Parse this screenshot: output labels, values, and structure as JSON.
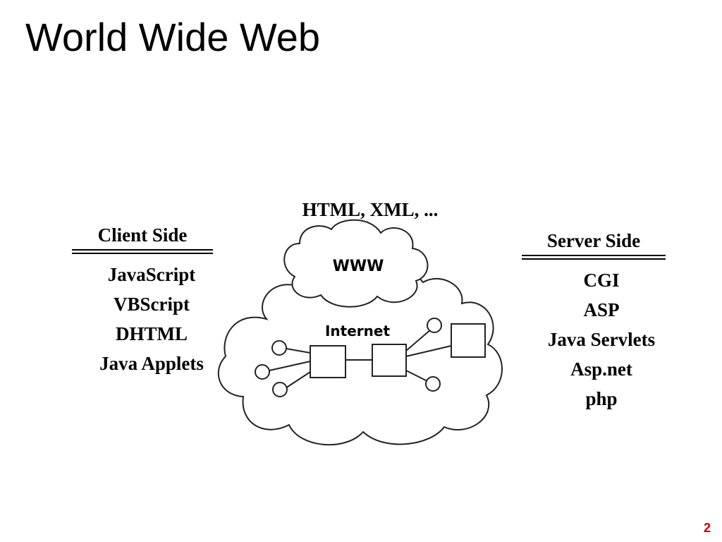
{
  "slide": {
    "title": "World Wide Web",
    "page_number": "2",
    "page_number_color": "#c00000"
  },
  "diagram": {
    "top_label": "HTML, XML, ...",
    "cloud_top_label": "WWW",
    "cloud_bottom_label": "Internet"
  },
  "client": {
    "heading": "Client Side",
    "items": [
      "JavaScript",
      "VBScript",
      "DHTML",
      "Java Applets"
    ]
  },
  "server": {
    "heading": "Server Side",
    "items": [
      "CGI",
      "ASP",
      "Java Servlets",
      "Asp.net",
      "php"
    ]
  }
}
